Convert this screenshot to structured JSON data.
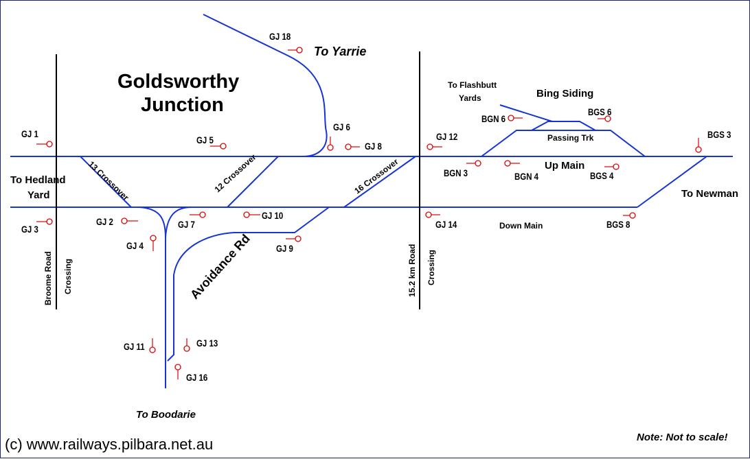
{
  "diagram": {
    "title_line1": "Goldsworthy",
    "title_line2": "Junction",
    "to_yarrie": "To Yarrie",
    "to_boodarie": "To Boodarie",
    "to_newman": "To Newman",
    "to_hedland_line1": "To Hedland",
    "to_hedland_line2": "Yard",
    "bing_siding": "Bing Siding",
    "to_flashbutt_line1": "To Flashbutt",
    "to_flashbutt_line2": "Yards",
    "passing_trk": "Passing Trk",
    "up_main": "Up Main",
    "down_main": "Down Main",
    "crossover_13": "13 Crossover",
    "crossover_12": "12 Crossover",
    "crossover_16": "16 Crossover",
    "avoidance_rd": "Avoidance Rd",
    "broome_road_line1": "Broome Road",
    "broome_road_line2": "Crossing",
    "km_road_line1": "15.2 km Road",
    "km_road_line2": "Crossing",
    "note": "Note: Not to scale!",
    "copyright": "(c) www.railways.pilbara.net.au",
    "signals": {
      "gj1": "GJ 1",
      "gj2": "GJ 2",
      "gj3": "GJ 3",
      "gj4": "GJ 4",
      "gj5": "GJ 5",
      "gj6": "GJ 6",
      "gj7": "GJ 7",
      "gj8": "GJ 8",
      "gj9": "GJ 9",
      "gj10": "GJ 10",
      "gj11": "GJ 11",
      "gj12": "GJ 12",
      "gj13": "GJ 13",
      "gj14": "GJ 14",
      "gj16": "GJ 16",
      "gj18": "GJ 18",
      "bgn3": "BGN 3",
      "bgn4": "BGN 4",
      "bgn6": "BGN 6",
      "bgs3": "BGS 3",
      "bgs4": "BGS 4",
      "bgs6": "BGS 6",
      "bgs8": "BGS 8"
    },
    "colors": {
      "track": "#1533d6",
      "signal": "#e00000",
      "text": "#000000",
      "frame": "#1a237e"
    }
  }
}
